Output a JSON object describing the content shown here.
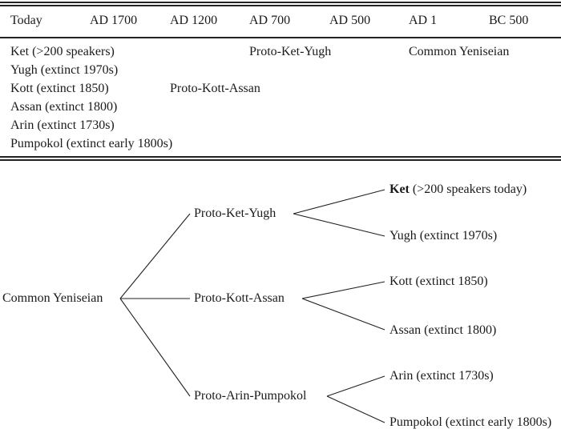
{
  "table": {
    "headers": [
      "Today",
      "AD 1700",
      "AD 1200",
      "AD 700",
      "AD 500",
      "AD 1",
      "BC 500"
    ],
    "today_languages": [
      "Ket (>200 speakers)",
      "Yugh (extinct 1970s)",
      "Kott (extinct 1850)",
      "Assan (extinct 1800)",
      "Arin (extinct 1730s)",
      "Pumpokol (extinct early 1800s)"
    ],
    "proto_kott_assan": "Proto-Kott-Assan",
    "proto_ket_yugh": "Proto-Ket-Yugh",
    "common_yeniseian": "Common Yeniseian"
  },
  "tree": {
    "root": "Common Yeniseian",
    "branches": [
      {
        "label": "Proto-Ket-Yugh",
        "leaves": [
          {
            "name": "Ket",
            "note": "(>200 speakers today)"
          },
          {
            "name": "Yugh (extinct 1970s)",
            "note": ""
          }
        ]
      },
      {
        "label": "Proto-Kott-Assan",
        "leaves": [
          {
            "name": "Kott (extinct 1850)",
            "note": ""
          },
          {
            "name": "Assan (extinct 1800)",
            "note": ""
          }
        ]
      },
      {
        "label": "Proto-Arin-Pumpokol",
        "leaves": [
          {
            "name": "Arin (extinct 1730s)",
            "note": ""
          },
          {
            "name": "Pumpokol (extinct early 1800s)",
            "note": ""
          }
        ]
      }
    ]
  }
}
